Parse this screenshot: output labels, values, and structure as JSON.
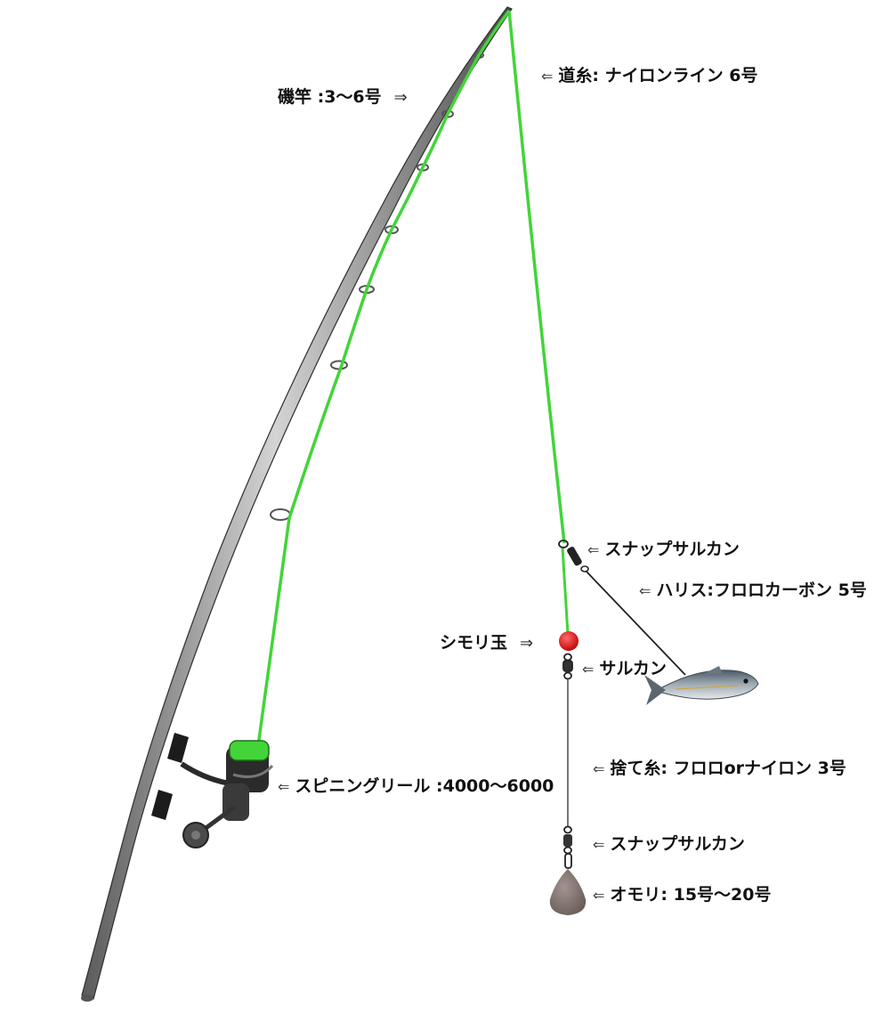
{
  "colors": {
    "line": "#43d43a",
    "rod_light": "#b9b9b9",
    "rod_dark": "#3b3b3b",
    "float_bead": "#e01414",
    "sinker": "#7a6a66"
  },
  "labels": {
    "rod": "磯竿 :3～6号",
    "mainline": "道糸: ナイロンライン 6号",
    "snap_swivel_top": "スナップサルカン",
    "harisu": "ハリス:フロロカーボン 5号",
    "shimori": "シモリ玉",
    "swivel": "サルカン",
    "reel": "スピニングリール :4000～6000",
    "sute_ito": "捨て糸: フロロorナイロン 3号",
    "snap_swivel_bottom": "スナップサルカン",
    "omori": "オモリ: 15号～20号"
  },
  "arrows": {
    "left": "⇐",
    "right": "⇒"
  }
}
